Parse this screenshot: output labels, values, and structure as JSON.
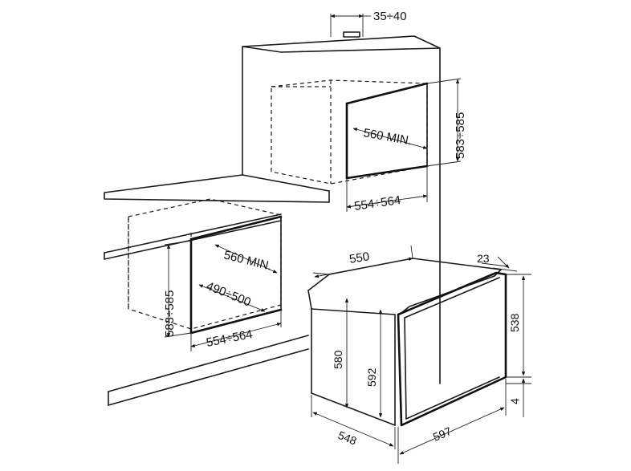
{
  "labels": {
    "niche_gap": "35÷40",
    "upper_height": "583÷585",
    "upper_depth": "560 MIN.",
    "upper_width": "554÷564",
    "lower_depth": "560 MIN.",
    "lower_height": "583÷585",
    "lower_diag": "490÷500",
    "lower_width": "554÷564",
    "oven_depth_top": "550",
    "oven_front_offset": "23",
    "oven_side_height": "538",
    "oven_body_height": "580",
    "oven_front_height": "592",
    "oven_bottom_offset": "4",
    "oven_side_depth": "548",
    "oven_width": "597"
  }
}
